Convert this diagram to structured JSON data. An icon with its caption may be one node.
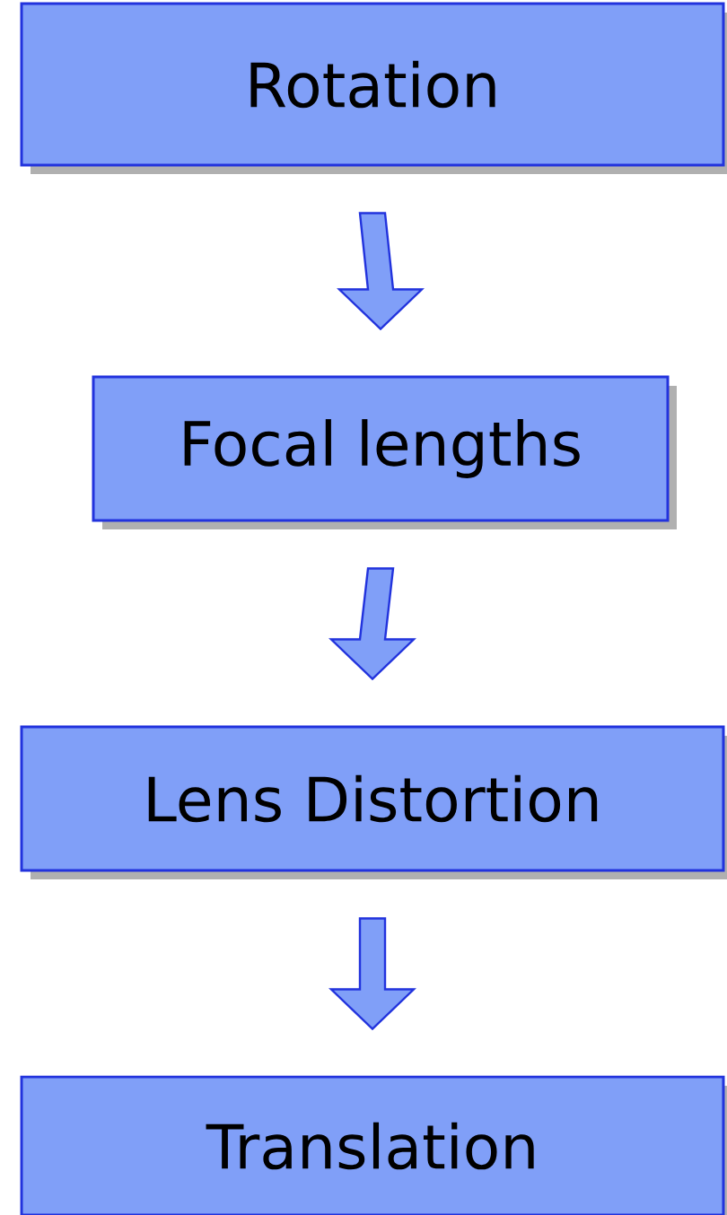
{
  "diagram": {
    "nodes": [
      {
        "text": [
          "Rotation"
        ]
      },
      {
        "text": [
          "Focal lengths"
        ]
      },
      {
        "text": [
          "Lens Distortion"
        ]
      },
      {
        "text": [
          "Translation"
        ]
      }
    ],
    "edges": [
      {
        "from": 0,
        "to": 1,
        "arrow": "to"
      },
      {
        "from": 1,
        "to": 2,
        "arrow": "to"
      },
      {
        "from": 2,
        "to": 3,
        "arrow": "to"
      }
    ]
  }
}
